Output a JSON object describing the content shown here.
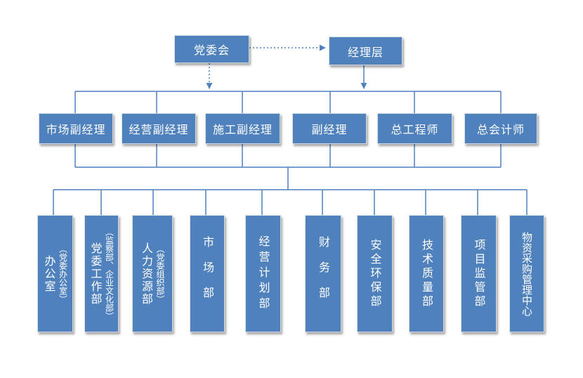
{
  "top": {
    "party_committee": "党委会",
    "manager_layer": "经理层"
  },
  "deputies": [
    "市场副经理",
    "经营副经理",
    "施工副经理",
    "副经理",
    "总工程师",
    "总会计师"
  ],
  "departments": [
    {
      "main": "办公室",
      "sub": "（党委办公室）"
    },
    {
      "main": "党委工作部",
      "sub": "（监察部、企业文化部）"
    },
    {
      "main": "人力资源部",
      "sub": "（党委组织部）"
    },
    {
      "main": "市场部",
      "sub": ""
    },
    {
      "main": "经营计划部",
      "sub": ""
    },
    {
      "main": "财务部",
      "sub": ""
    },
    {
      "main": "安全环保部",
      "sub": ""
    },
    {
      "main": "技术质量部",
      "sub": ""
    },
    {
      "main": "项目监管部",
      "sub": ""
    },
    {
      "main": "物资采购管理中心",
      "sub": ""
    }
  ],
  "colors": {
    "box_fill": "#4f81bd",
    "line": "#4f81bd",
    "text": "#ffffff"
  }
}
